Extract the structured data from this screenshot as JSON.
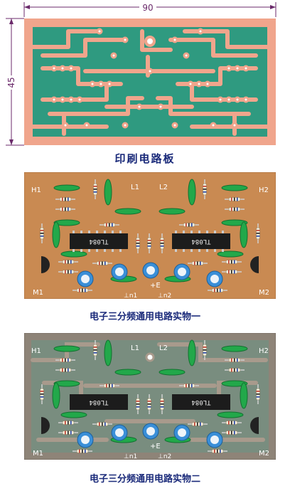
{
  "dimensions": {
    "width_label": "90",
    "height_label": "45"
  },
  "captions": {
    "pcb": "印刷电路板",
    "physical_1": "电子三分频通用电路实物一",
    "physical_2": "电子三分频通用电路实物二"
  },
  "board_labels": {
    "h1": "H1",
    "h2": "H2",
    "l1": "L1",
    "l2": "L2",
    "m1": "M1",
    "m2": "M2",
    "plus_e": "+E",
    "ic_left": "TL084",
    "ic_right": "TL084",
    "ground_left": "⊥n1",
    "ground_right": "⊥n2"
  },
  "colors": {
    "copper": "#f0a58c",
    "board_green": "#2f9a80",
    "board_brown": "#c98a52",
    "board_mixed": "#8e8478",
    "caption_blue": "#1a2a7a",
    "dim_line": "#6b2a6b"
  }
}
